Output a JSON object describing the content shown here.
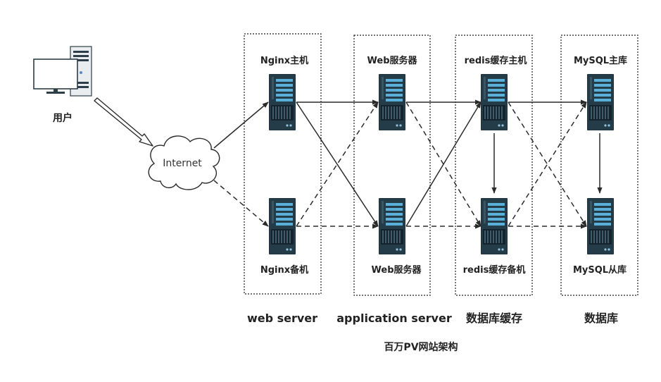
{
  "diagram": {
    "caption": "百万PV网站架构",
    "user_label": "用户",
    "internet_label": "Internet",
    "groups": [
      {
        "id": "nginx",
        "label": "web server",
        "nodes": [
          {
            "id": "n1",
            "label": "Nginx主机"
          },
          {
            "id": "n2",
            "label": "Nginx备机"
          }
        ]
      },
      {
        "id": "app",
        "label": "application server",
        "nodes": [
          {
            "id": "w1",
            "label": "Web服务器"
          },
          {
            "id": "w2",
            "label": "Web服务器"
          }
        ]
      },
      {
        "id": "redis",
        "label": "数据库缓存",
        "nodes": [
          {
            "id": "r1",
            "label": "redis缓存主机"
          },
          {
            "id": "r2",
            "label": "redis缓存备机"
          }
        ]
      },
      {
        "id": "db",
        "label": "数据库",
        "nodes": [
          {
            "id": "m1",
            "label": "MySQL主库"
          },
          {
            "id": "m2",
            "label": "MySQL从库"
          }
        ]
      }
    ],
    "edges": [
      {
        "from": "internet",
        "to": "n1",
        "style": "solid"
      },
      {
        "from": "internet",
        "to": "n2",
        "style": "dashed"
      },
      {
        "from": "n1",
        "to": "w1",
        "style": "solid"
      },
      {
        "from": "n1",
        "to": "w2",
        "style": "solid"
      },
      {
        "from": "n2",
        "to": "w1",
        "style": "dashed"
      },
      {
        "from": "n2",
        "to": "w2",
        "style": "dashed"
      },
      {
        "from": "w1",
        "to": "r1",
        "style": "solid"
      },
      {
        "from": "w1",
        "to": "r2",
        "style": "dashed"
      },
      {
        "from": "w2",
        "to": "r1",
        "style": "solid"
      },
      {
        "from": "w2",
        "to": "r2",
        "style": "dashed"
      },
      {
        "from": "r1",
        "to": "r2",
        "style": "solid"
      },
      {
        "from": "r1",
        "to": "m1",
        "style": "solid"
      },
      {
        "from": "r1",
        "to": "m2",
        "style": "dashed"
      },
      {
        "from": "r2",
        "to": "m1",
        "style": "dashed"
      },
      {
        "from": "r2",
        "to": "m2",
        "style": "dashed"
      },
      {
        "from": "m1",
        "to": "m2",
        "style": "solid"
      }
    ]
  }
}
